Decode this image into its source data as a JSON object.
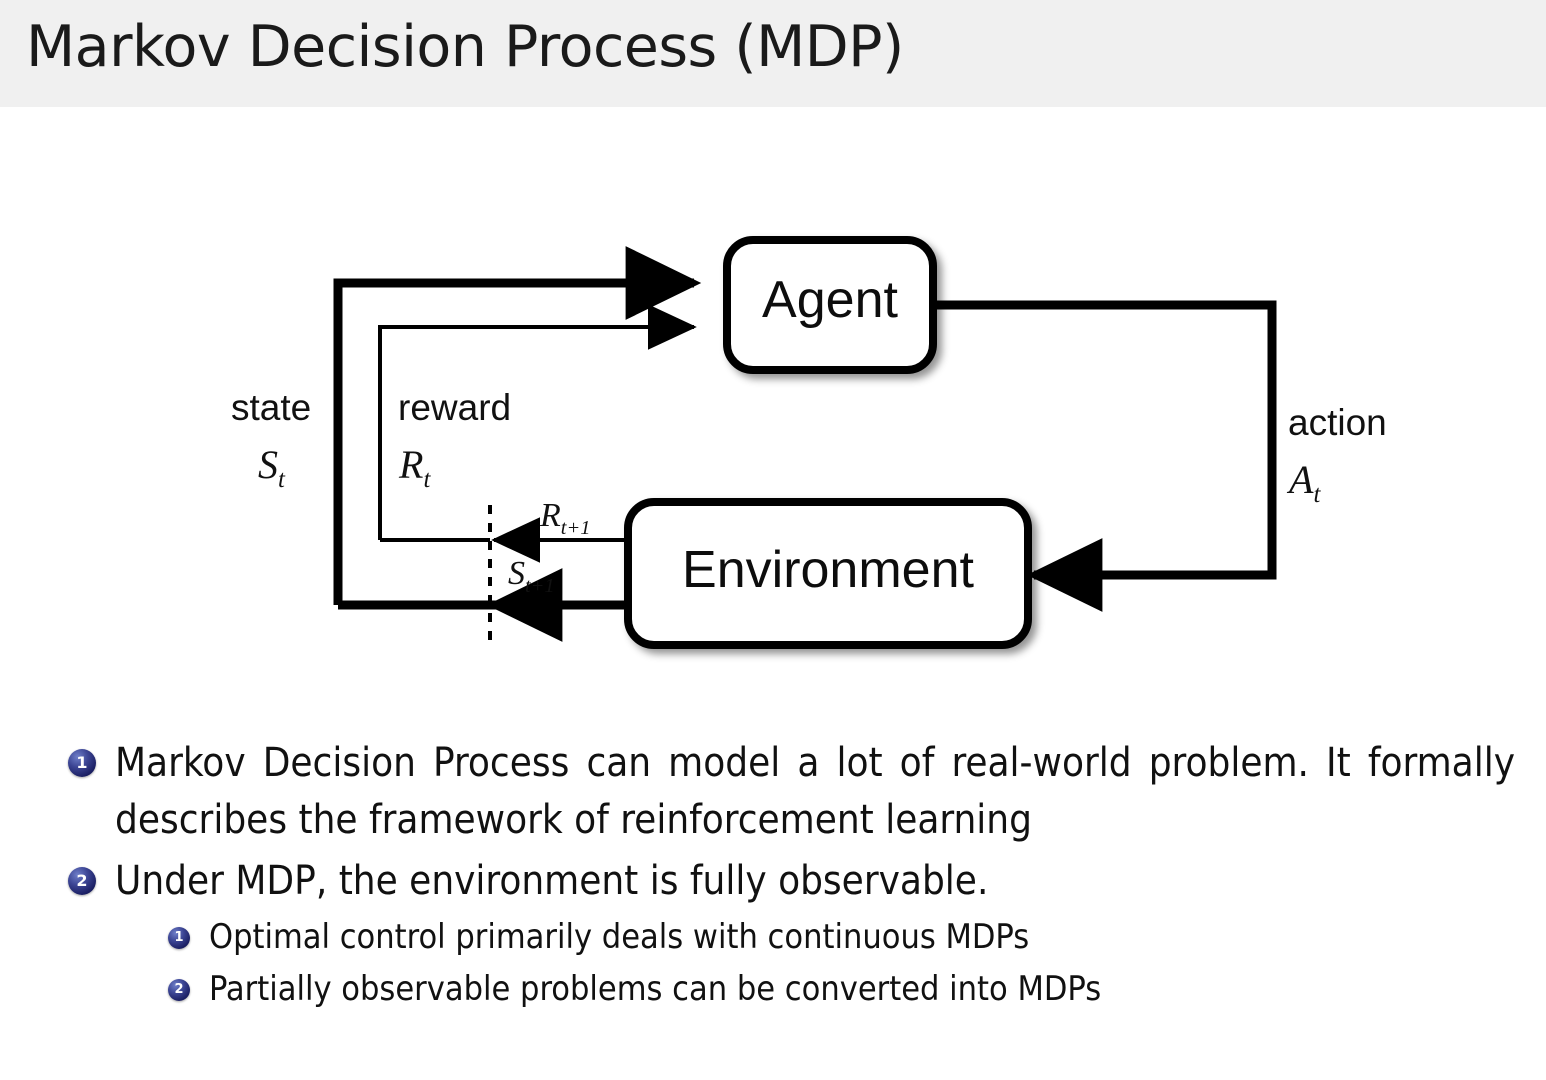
{
  "header": {
    "title": "Markov Decision Process (MDP)",
    "band_color": "#f0f0f0"
  },
  "diagram": {
    "name": "agent-environment-interaction-loop",
    "nodes": [
      {
        "id": "agent",
        "label": "Agent"
      },
      {
        "id": "environment",
        "label": "Environment"
      }
    ],
    "edge_labels": {
      "state_word": "state",
      "state_symbol": "S",
      "state_subscript": "t",
      "reward_word": "reward",
      "reward_symbol": "R",
      "reward_subscript": "t",
      "action_word": "action",
      "action_symbol": "A",
      "action_subscript": "t",
      "next_reward_symbol": "R",
      "next_reward_subscript": "t+1",
      "next_state_symbol": "S",
      "next_state_subscript": "t+1"
    },
    "stroke_color": "#000000"
  },
  "bullets": {
    "items": [
      {
        "marker": "1",
        "level": 1,
        "text": "Markov Decision Process can model a lot of real-world problem. It formally describes the framework of reinforcement learning"
      },
      {
        "marker": "2",
        "level": 1,
        "text": "Under MDP, the environment is fully observable."
      },
      {
        "marker": "1",
        "level": 2,
        "text": "Optimal control primarily deals with continuous MDPs"
      },
      {
        "marker": "2",
        "level": 2,
        "text": "Partially observable problems can be converted into MDPs"
      }
    ],
    "badge_color": "#1b1f63"
  }
}
